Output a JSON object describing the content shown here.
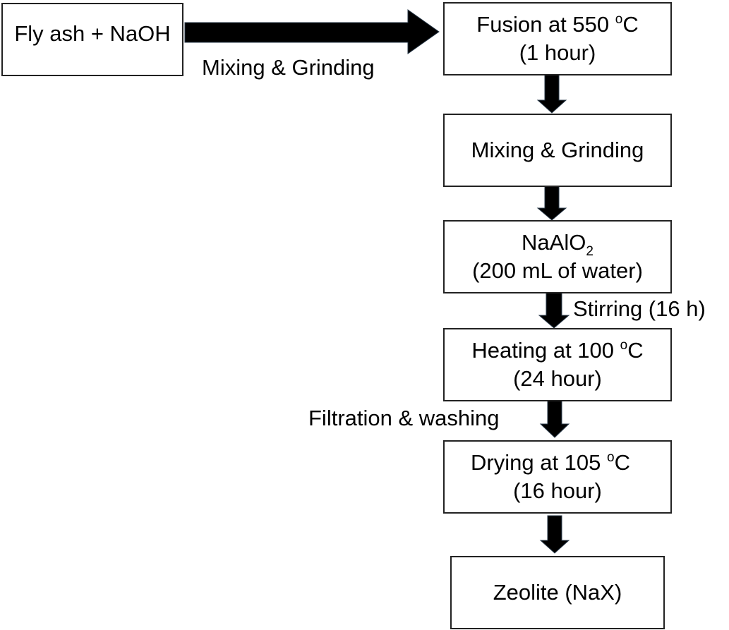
{
  "diagram": {
    "title": "Zeolite NaX synthesis from fly ash",
    "nodes": [
      {
        "id": "start",
        "line1": "Fly ash + NaOH"
      },
      {
        "id": "fusion",
        "line1_pre": "Fusion at 550 ",
        "line1_sup": "o",
        "line1_post": "C",
        "line2": "(1 hour)"
      },
      {
        "id": "mixing",
        "line1": "Mixing & Grinding"
      },
      {
        "id": "naalo2",
        "line1_pre": "NaAlO",
        "line1_sub": "2",
        "line2": "(200 mL of water)"
      },
      {
        "id": "heating",
        "line1_pre": "Heating at 100 ",
        "line1_sup": "o",
        "line1_post": "C",
        "line2": "(24 hour)"
      },
      {
        "id": "drying",
        "line1_pre": "Drying at 105 ",
        "line1_sup": "o",
        "line1_post": "C",
        "line2": "(16 hour)"
      },
      {
        "id": "product",
        "line1": "Zeolite (NaX)"
      }
    ],
    "edges": [
      {
        "from": "start",
        "to": "fusion",
        "label": "Mixing & Grinding"
      },
      {
        "from": "fusion",
        "to": "mixing",
        "label": ""
      },
      {
        "from": "mixing",
        "to": "naalo2",
        "label": ""
      },
      {
        "from": "naalo2",
        "to": "heating",
        "label": "Stirring (16 h)"
      },
      {
        "from": "heating",
        "to": "drying",
        "label": "Filtration & washing"
      },
      {
        "from": "drying",
        "to": "product",
        "label": ""
      }
    ],
    "colors": {
      "arrow": "#000000",
      "box_border": "#222222"
    }
  }
}
